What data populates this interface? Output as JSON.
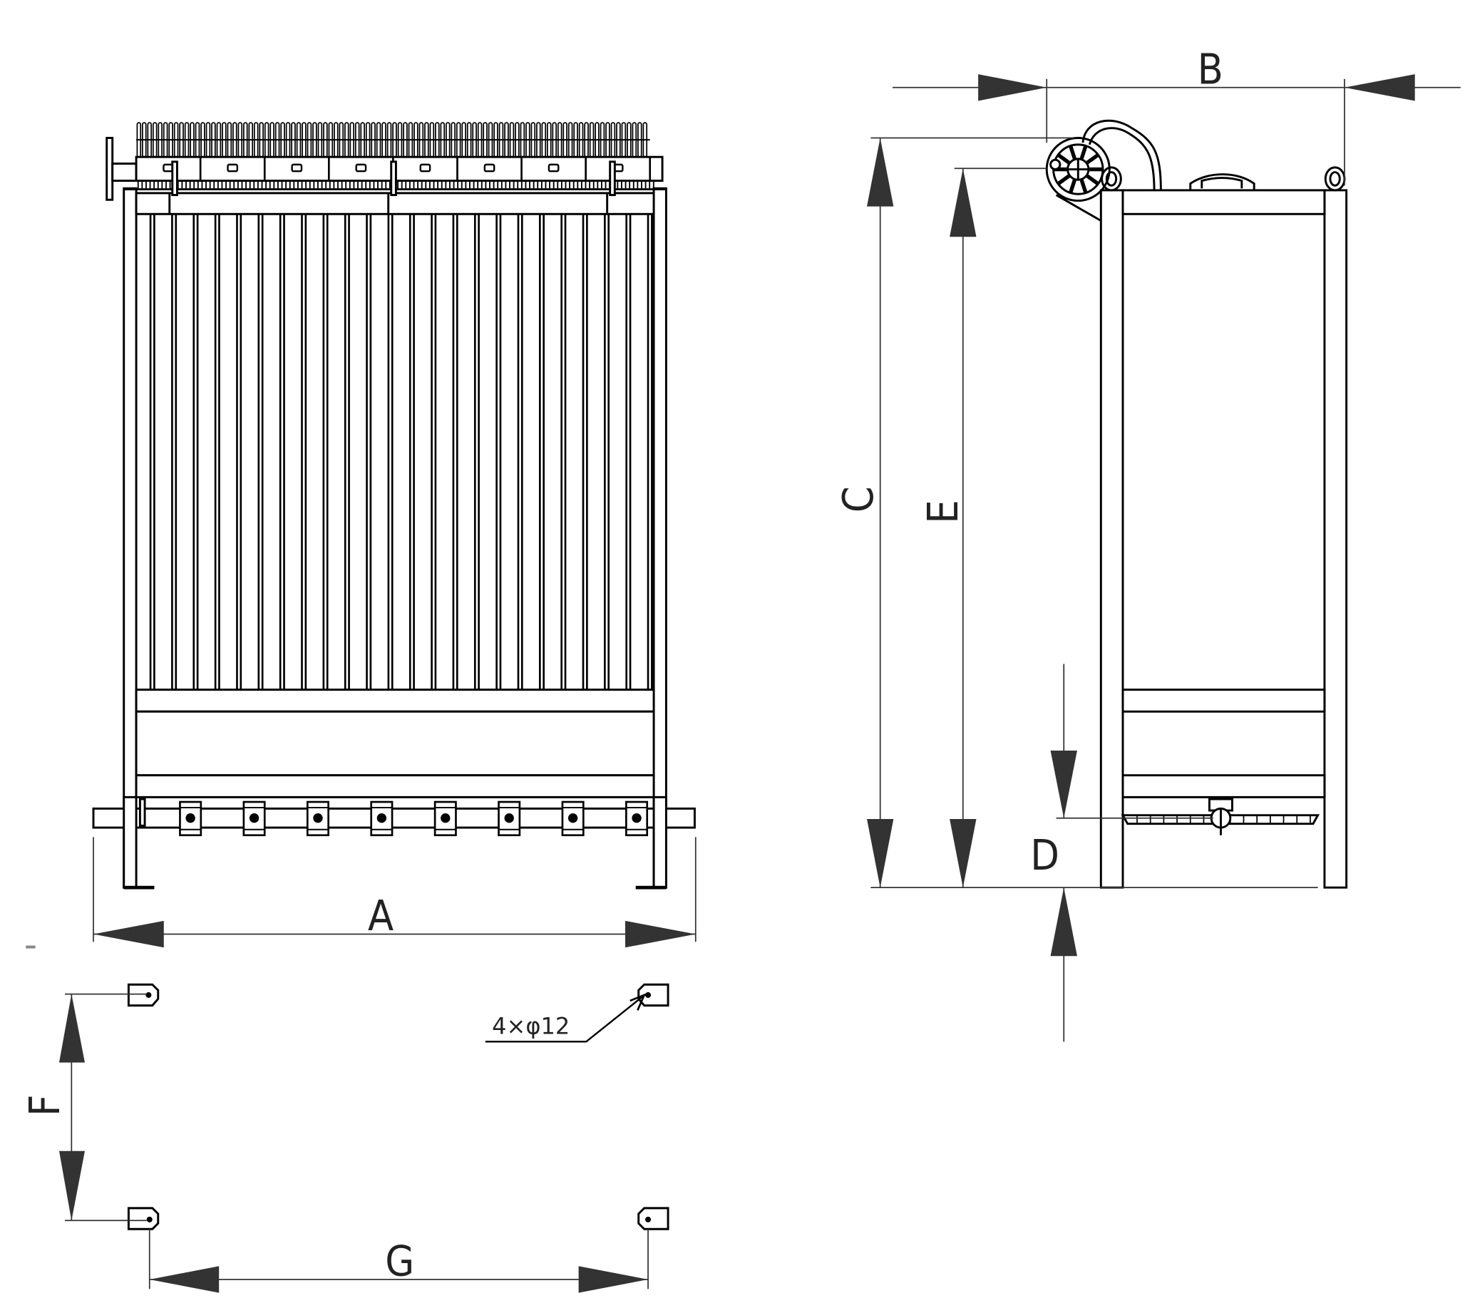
{
  "dimensions": {
    "a": "A",
    "b": "B",
    "c": "C",
    "d": "D",
    "e": "E",
    "f": "F",
    "g": "G"
  },
  "annotation": {
    "mounting_holes": "4×φ12"
  },
  "front_view": {
    "tube_count": 24,
    "clamp_count": 8,
    "header_segments": 8
  }
}
